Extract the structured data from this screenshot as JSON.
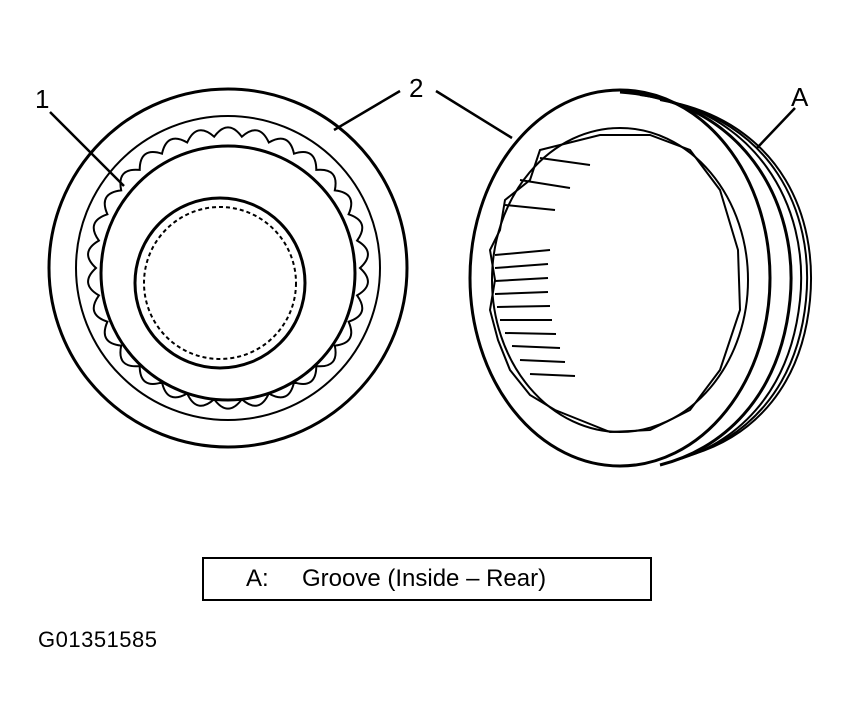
{
  "callouts": {
    "one": "1",
    "two": "2",
    "a": "A"
  },
  "legend": {
    "key": "A:",
    "text": "Groove (Inside – Rear)"
  },
  "figure_id": "G01351585"
}
